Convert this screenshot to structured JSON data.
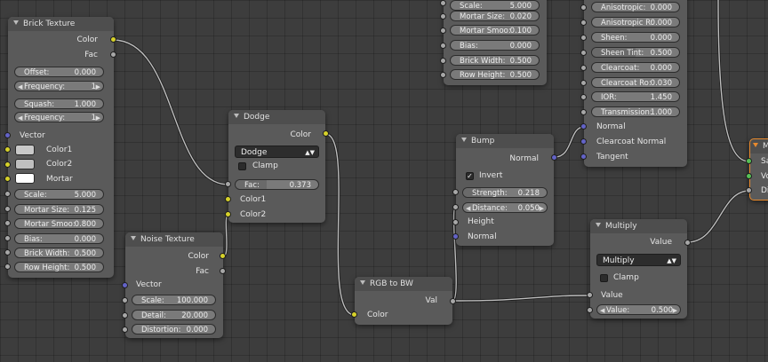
{
  "brick": {
    "title": "Brick Texture",
    "out_color": "Color",
    "out_fac": "Fac",
    "offset": {
      "label": "Offset:",
      "value": "0.000"
    },
    "frequency1": {
      "label": "Frequency:",
      "value": "1"
    },
    "squash": {
      "label": "Squash:",
      "value": "1.000"
    },
    "frequency2": {
      "label": "Frequency:",
      "value": "1"
    },
    "vector": "Vector",
    "color1": "Color1",
    "color2": "Color2",
    "mortar": "Mortar",
    "scale": {
      "label": "Scale:",
      "value": "5.000"
    },
    "mortar_size": {
      "label": "Mortar Size:",
      "value": "0.125"
    },
    "mortar_smooth": {
      "label": "Mortar Smoo:",
      "value": "0.800"
    },
    "bias": {
      "label": "Bias:",
      "value": "0.000"
    },
    "brick_width": {
      "label": "Brick Width:",
      "value": "0.500"
    },
    "row_height": {
      "label": "Row Height:",
      "value": "0.500"
    }
  },
  "brick2": {
    "scale": {
      "label": "Scale:",
      "value": "5.000"
    },
    "mortar_size": {
      "label": "Mortar Size:",
      "value": "0.020"
    },
    "mortar_smooth": {
      "label": "Mortar Smoo:",
      "value": "0.100"
    },
    "bias": {
      "label": "Bias:",
      "value": "0.000"
    },
    "brick_width": {
      "label": "Brick Width:",
      "value": "0.500"
    },
    "row_height": {
      "label": "Row Height:",
      "value": "0.500"
    }
  },
  "dodge": {
    "title": "Dodge",
    "out_color": "Color",
    "mode": "Dodge",
    "clamp": "Clamp",
    "fac": {
      "label": "Fac:",
      "value": "0.373",
      "level": 0.373
    },
    "color1": "Color1",
    "color2": "Color2"
  },
  "noise": {
    "title": "Noise Texture",
    "out_color": "Color",
    "out_fac": "Fac",
    "vector": "Vector",
    "scale": {
      "label": "Scale:",
      "value": "100.000"
    },
    "detail": {
      "label": "Detail:",
      "value": "20.000"
    },
    "distortion": {
      "label": "Distortion:",
      "value": "0.000"
    }
  },
  "rgbbw": {
    "title": "RGB to BW",
    "out_val": "Val",
    "in_color": "Color"
  },
  "bump": {
    "title": "Bump",
    "out_normal": "Normal",
    "invert": "Invert",
    "strength": {
      "label": "Strength:",
      "value": "0.218",
      "level": 0.218
    },
    "distance": {
      "label": "Distance:",
      "value": "0.050"
    },
    "height": "Height",
    "normal": "Normal"
  },
  "multiply": {
    "title": "Multiply",
    "out_value": "Value",
    "mode": "Multiply",
    "clamp": "Clamp",
    "in_value": "Value",
    "value": {
      "label": "Value:",
      "value": "0.500"
    }
  },
  "principled": {
    "anisotropic": {
      "label": "Anisotropic:",
      "value": "0.000"
    },
    "anisotropic_rot": {
      "label": "Anisotropic R:",
      "value": "0.000"
    },
    "sheen": {
      "label": "Sheen:",
      "value": "0.000"
    },
    "sheen_tint": {
      "label": "Sheen Tint:",
      "value": "0.500",
      "level": 0.5
    },
    "clearcoat": {
      "label": "Clearcoat:",
      "value": "0.000"
    },
    "clearcoat_ro": {
      "label": "Clearcoat Ro:",
      "value": "0.030"
    },
    "ior": {
      "label": "IOR:",
      "value": "1.450"
    },
    "transmission": {
      "label": "Transmission:",
      "value": "1.000"
    },
    "normal": "Normal",
    "clearcoat_normal": "Clearcoat Normal",
    "tangent": "Tangent"
  },
  "output_node": {
    "title": "M",
    "s1": "Sa",
    "s2": "Vo",
    "s3": "Di"
  }
}
